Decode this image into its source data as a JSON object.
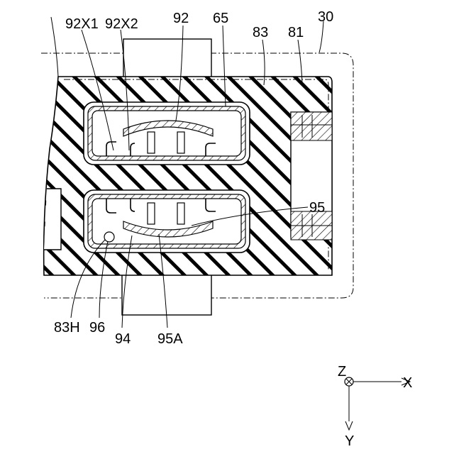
{
  "labels": {
    "l30": "30",
    "l81": "81",
    "l83": "83",
    "l65": "65",
    "l92": "92",
    "l92x2": "92X2",
    "l92x1": "92X1",
    "l95": "95",
    "l83h": "83H",
    "l96": "96",
    "l94": "94",
    "l95a": "95A"
  },
  "axes": {
    "z": "Z",
    "x": "X",
    "y": "Y"
  }
}
